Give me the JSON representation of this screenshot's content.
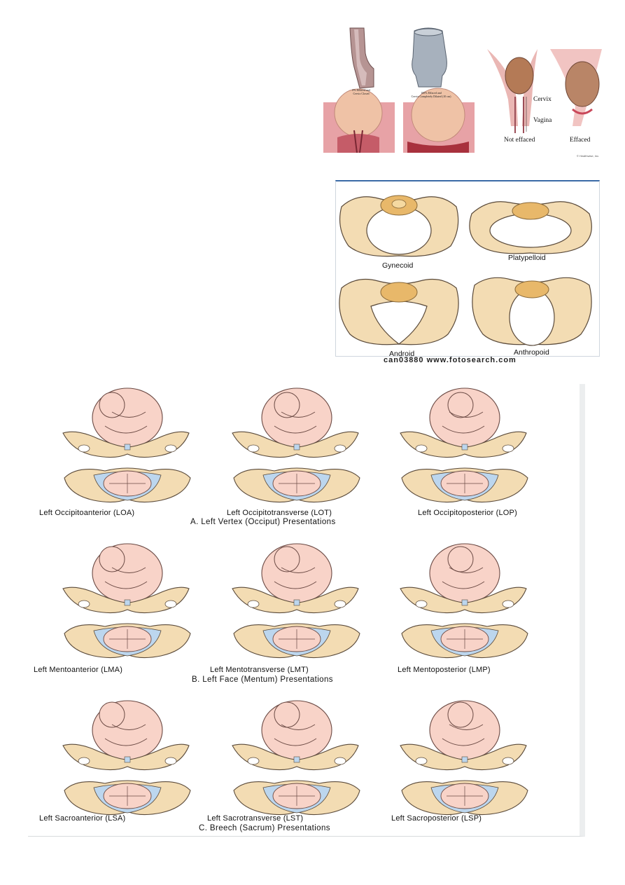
{
  "cervix_figure": {
    "closed_caption_1": "0% Effaced and",
    "closed_caption_2": "Cervix Closed",
    "dilated_caption_1": "100% Effaced and",
    "dilated_caption_2": "Cervix Completely Dilated (10 cm)",
    "label_cervix": "Cervix",
    "label_vagina": "Vagina",
    "label_not_effaced": "Not effaced",
    "label_effaced": "Effaced",
    "copyright": "© Healthwise, Inc."
  },
  "pelvis_figure": {
    "types": [
      "Gynecoid",
      "Platypelloid",
      "Android",
      "Anthropoid"
    ],
    "url": "can03880 www.fotosearch.com"
  },
  "presentations_figure": {
    "rows": [
      {
        "captions": [
          "Left Occipitoanterior (LOA)",
          "Left Occipitotransverse (LOT)",
          "Left Occipitoposterior (LOP)"
        ],
        "title": "A. Left Vertex (Occiput) Presentations"
      },
      {
        "captions": [
          "Left Mentoanterior (LMA)",
          "Left Mentotransverse (LMT)",
          "Left Mentoposterior (LMP)"
        ],
        "title": "B. Left Face (Mentum) Presentations"
      },
      {
        "captions": [
          "Left Sacroanterior (LSA)",
          "Left Sacrotransverse (LST)",
          "Left Sacroposterior (LSP)"
        ],
        "title": "C. Breech (Sacrum) Presentations"
      }
    ]
  },
  "colors": {
    "bone": "#f3dcb3",
    "bone_outline": "#5a4a3a",
    "skin": "#f8d3c8",
    "sacrum": "#e8b86a",
    "ligament": "#bcd6ee",
    "tissue": "#e5a1a4"
  }
}
